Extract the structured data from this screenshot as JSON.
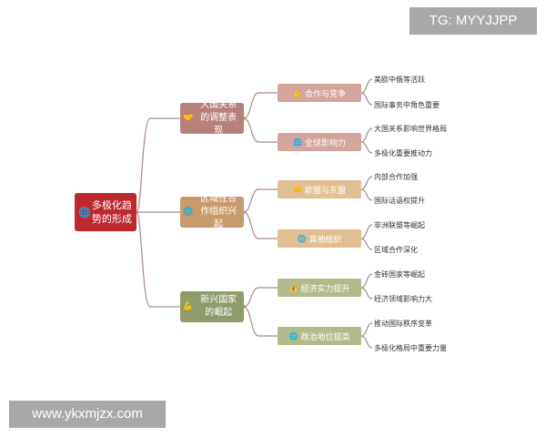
{
  "watermarks": {
    "top": "TG: MYYJJPP",
    "bottom": "www.ykxmjzx.com"
  },
  "colors": {
    "root": "#c0282f",
    "branch_1": "#b8807a",
    "branch_2": "#c99a6c",
    "branch_3": "#8f9b6a",
    "sub_1": "#d4a59b",
    "sub_2": "#e2bf92",
    "sub_3": "#b3b98b",
    "line": "#a88b80"
  },
  "mindmap": {
    "root": {
      "icon": "globe-icon",
      "label": "多极化趋势的形成"
    },
    "branches": [
      {
        "icon": "handshake-icon",
        "label": "大国关系的调整表现",
        "children": [
          {
            "icon": "arm-icon",
            "label": "合作与竞争",
            "leaves": [
              "美欧中俄等活跃",
              "国际事务中角色重要"
            ]
          },
          {
            "icon": "globe-icon",
            "label": "全球影响力",
            "leaves": [
              "大国关系影响世界格局",
              "多极化重要推动力"
            ]
          }
        ]
      },
      {
        "icon": "globe-icon",
        "label": "区域性合作组织兴起",
        "children": [
          {
            "icon": "handshake-icon",
            "label": "欧盟与东盟",
            "leaves": [
              "内部合作加强",
              "国际话语权提升"
            ]
          },
          {
            "icon": "globe-icon",
            "label": "其他组织",
            "leaves": [
              "非洲联盟等崛起",
              "区域合作深化"
            ]
          }
        ]
      },
      {
        "icon": "arm-icon",
        "label": "新兴国家的崛起",
        "children": [
          {
            "icon": "money-bag-icon",
            "label": "经济实力提升",
            "leaves": [
              "金砖国家等崛起",
              "经济领域影响力大"
            ]
          },
          {
            "icon": "globe-icon",
            "label": "政治地位提高",
            "leaves": [
              "推动国际秩序变革",
              "多极化格局中重要力量"
            ]
          }
        ]
      }
    ]
  }
}
